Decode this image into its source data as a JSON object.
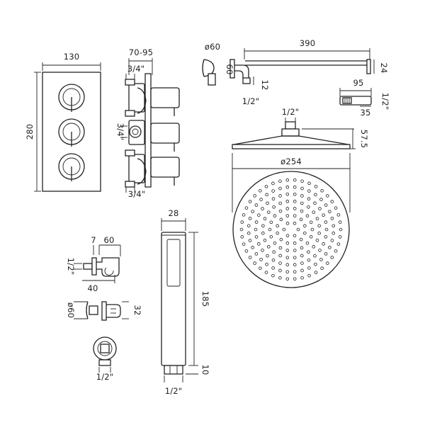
{
  "labels": {
    "valve_width": "130",
    "valve_height": "280",
    "valve_depth": "70-95",
    "valve_conn_top": "3/4\"",
    "valve_conn_mid": "3/4\"",
    "valve_conn_bot": "3/4\"",
    "flange_diameter": "ø60",
    "arm_length": "390",
    "arm_flange_depth": "60",
    "arm_drop": "24",
    "arm_thread_len": "12",
    "arm_thread": "1/2\"",
    "elbow_length": "95",
    "elbow_thread": "1/2\"",
    "elbow_depth": "35",
    "head_thread": "1/2\"",
    "head_height": "57.5",
    "head_diameter": "ø254",
    "bracket_offset": "7",
    "bracket_width": "60",
    "bracket_thread": "1/2\"",
    "bracket_depth": "40",
    "outlet_diameter": "ø60",
    "holder_height": "32",
    "outlet_thread": "1/2\"",
    "handset_width": "28",
    "handset_length": "185",
    "handset_connector": "10",
    "handset_thread": "1/2\""
  }
}
